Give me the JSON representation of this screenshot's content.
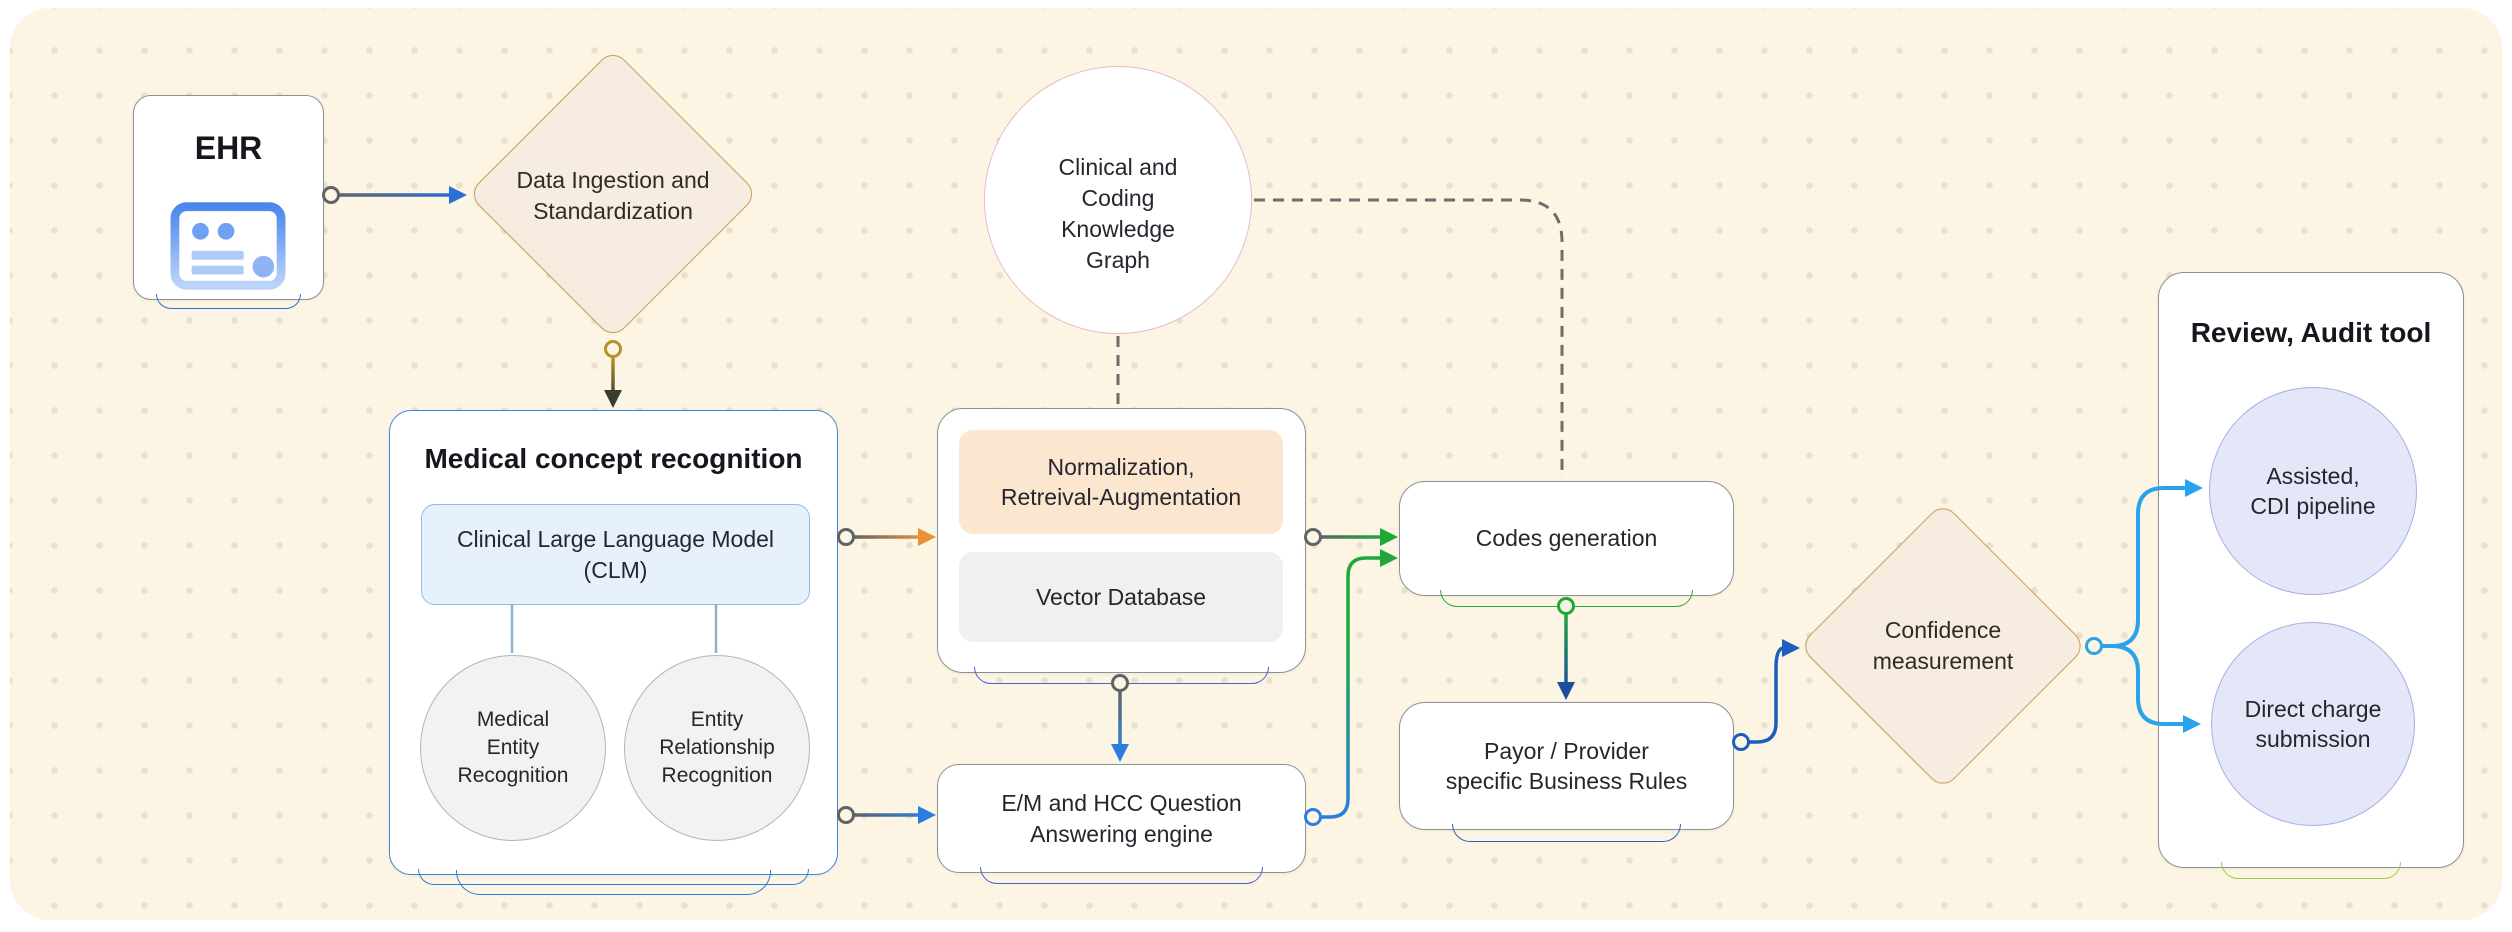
{
  "diagram": {
    "background": {
      "canvas_color": "#FCF5E3",
      "dot_color": "#E8E1CD",
      "outer_color": "#FFFFFF"
    },
    "colors": {
      "line_gray": "#5F6368",
      "blue": "#2B7DE0",
      "dark_blue": "#1D4E9E",
      "green": "#1FA83A",
      "orange": "#E8923A",
      "light_blue": "#29A3E9",
      "gold": "#B8912E",
      "diamond_fill": "#F6ECDF",
      "diamond_border": "#C6A05C",
      "peach_fill": "#FBE7D0",
      "lavender_fill": "#E4E7F8",
      "clm_fill": "#E7F1FB",
      "kg_border": "#ECB9CC",
      "medical_box_border": "#3F87D8"
    },
    "nodes": {
      "ehr": {
        "label": "EHR",
        "icon": "ehr-document-icon"
      },
      "data_ingestion": {
        "label": "Data Ingestion and Standardization",
        "lines": [
          "Data Ingestion and",
          "Standardization"
        ]
      },
      "knowledge_graph": {
        "label": "Clinical and Coding Knowledge Graph",
        "lines": [
          "Clinical and",
          "Coding",
          "Knowledge Graph"
        ]
      },
      "medical_concept": {
        "title": "Medical concept recognition",
        "clm": {
          "label": "Clinical Large Language Model (CLM)",
          "lines": [
            "Clinical Large Language Model",
            "(CLM)"
          ]
        },
        "left_circle": {
          "label": "Medical Entity Recognition",
          "lines": [
            "Medical",
            "Entity",
            "Recognition"
          ]
        },
        "right_circle": {
          "label": "Entity Relationship Recognition",
          "lines": [
            "Entity",
            "Relationship",
            "Recognition"
          ]
        }
      },
      "retrieval": {
        "normalization": {
          "label": "Normalization, Retreival-Augmentation",
          "lines": [
            "Normalization,",
            "Retreival-Augmentation"
          ]
        },
        "vector_db": {
          "label": "Vector Database",
          "lines": [
            "Vector Database"
          ]
        }
      },
      "codes_generation": {
        "label": "Codes generation",
        "lines": [
          "Codes generation"
        ]
      },
      "business_rules": {
        "label": "Payor / Provider specific Business Rules",
        "lines": [
          "Payor / Provider",
          "specific Business Rules"
        ]
      },
      "em_engine": {
        "label": "E/M and HCC Question Answering engine",
        "lines": [
          "E/M and HCC Question",
          "Answering engine"
        ]
      },
      "confidence": {
        "label": "Confidence measurement",
        "lines": [
          "Confidence",
          "measurement"
        ]
      },
      "review_tool": {
        "title": "Review, Audit tool",
        "top_circle": {
          "label": "Assisted, CDI pipeline",
          "lines": [
            "Assisted,",
            "CDI pipeline"
          ]
        },
        "bottom_circle": {
          "label": "Direct charge submission",
          "lines": [
            "Direct charge",
            "submission"
          ]
        }
      }
    }
  }
}
